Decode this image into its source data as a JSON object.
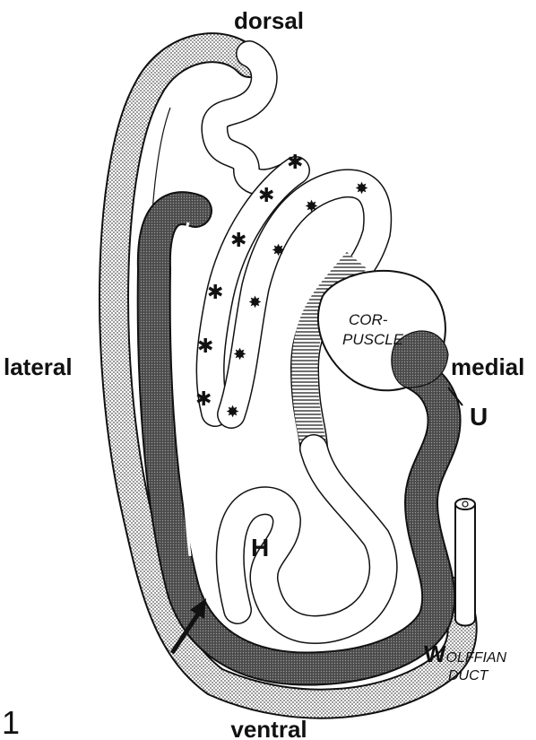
{
  "figure": {
    "number": "1",
    "orientation": {
      "top": "dorsal",
      "bottom": "ventral",
      "left": "lateral",
      "right": "medial"
    },
    "corpuscle": {
      "line1": "COR-",
      "line2": "PUSCLE"
    },
    "markers": {
      "h": "H",
      "u": "U"
    },
    "duct": {
      "initial": "W",
      "rest": "OLFFIAN",
      "line2": "DUCT"
    }
  },
  "colors": {
    "ink": "#111111",
    "stipple_light": "#bdbdbd",
    "stipple_dark": "#5a5a5a",
    "hatch": "#111111"
  }
}
